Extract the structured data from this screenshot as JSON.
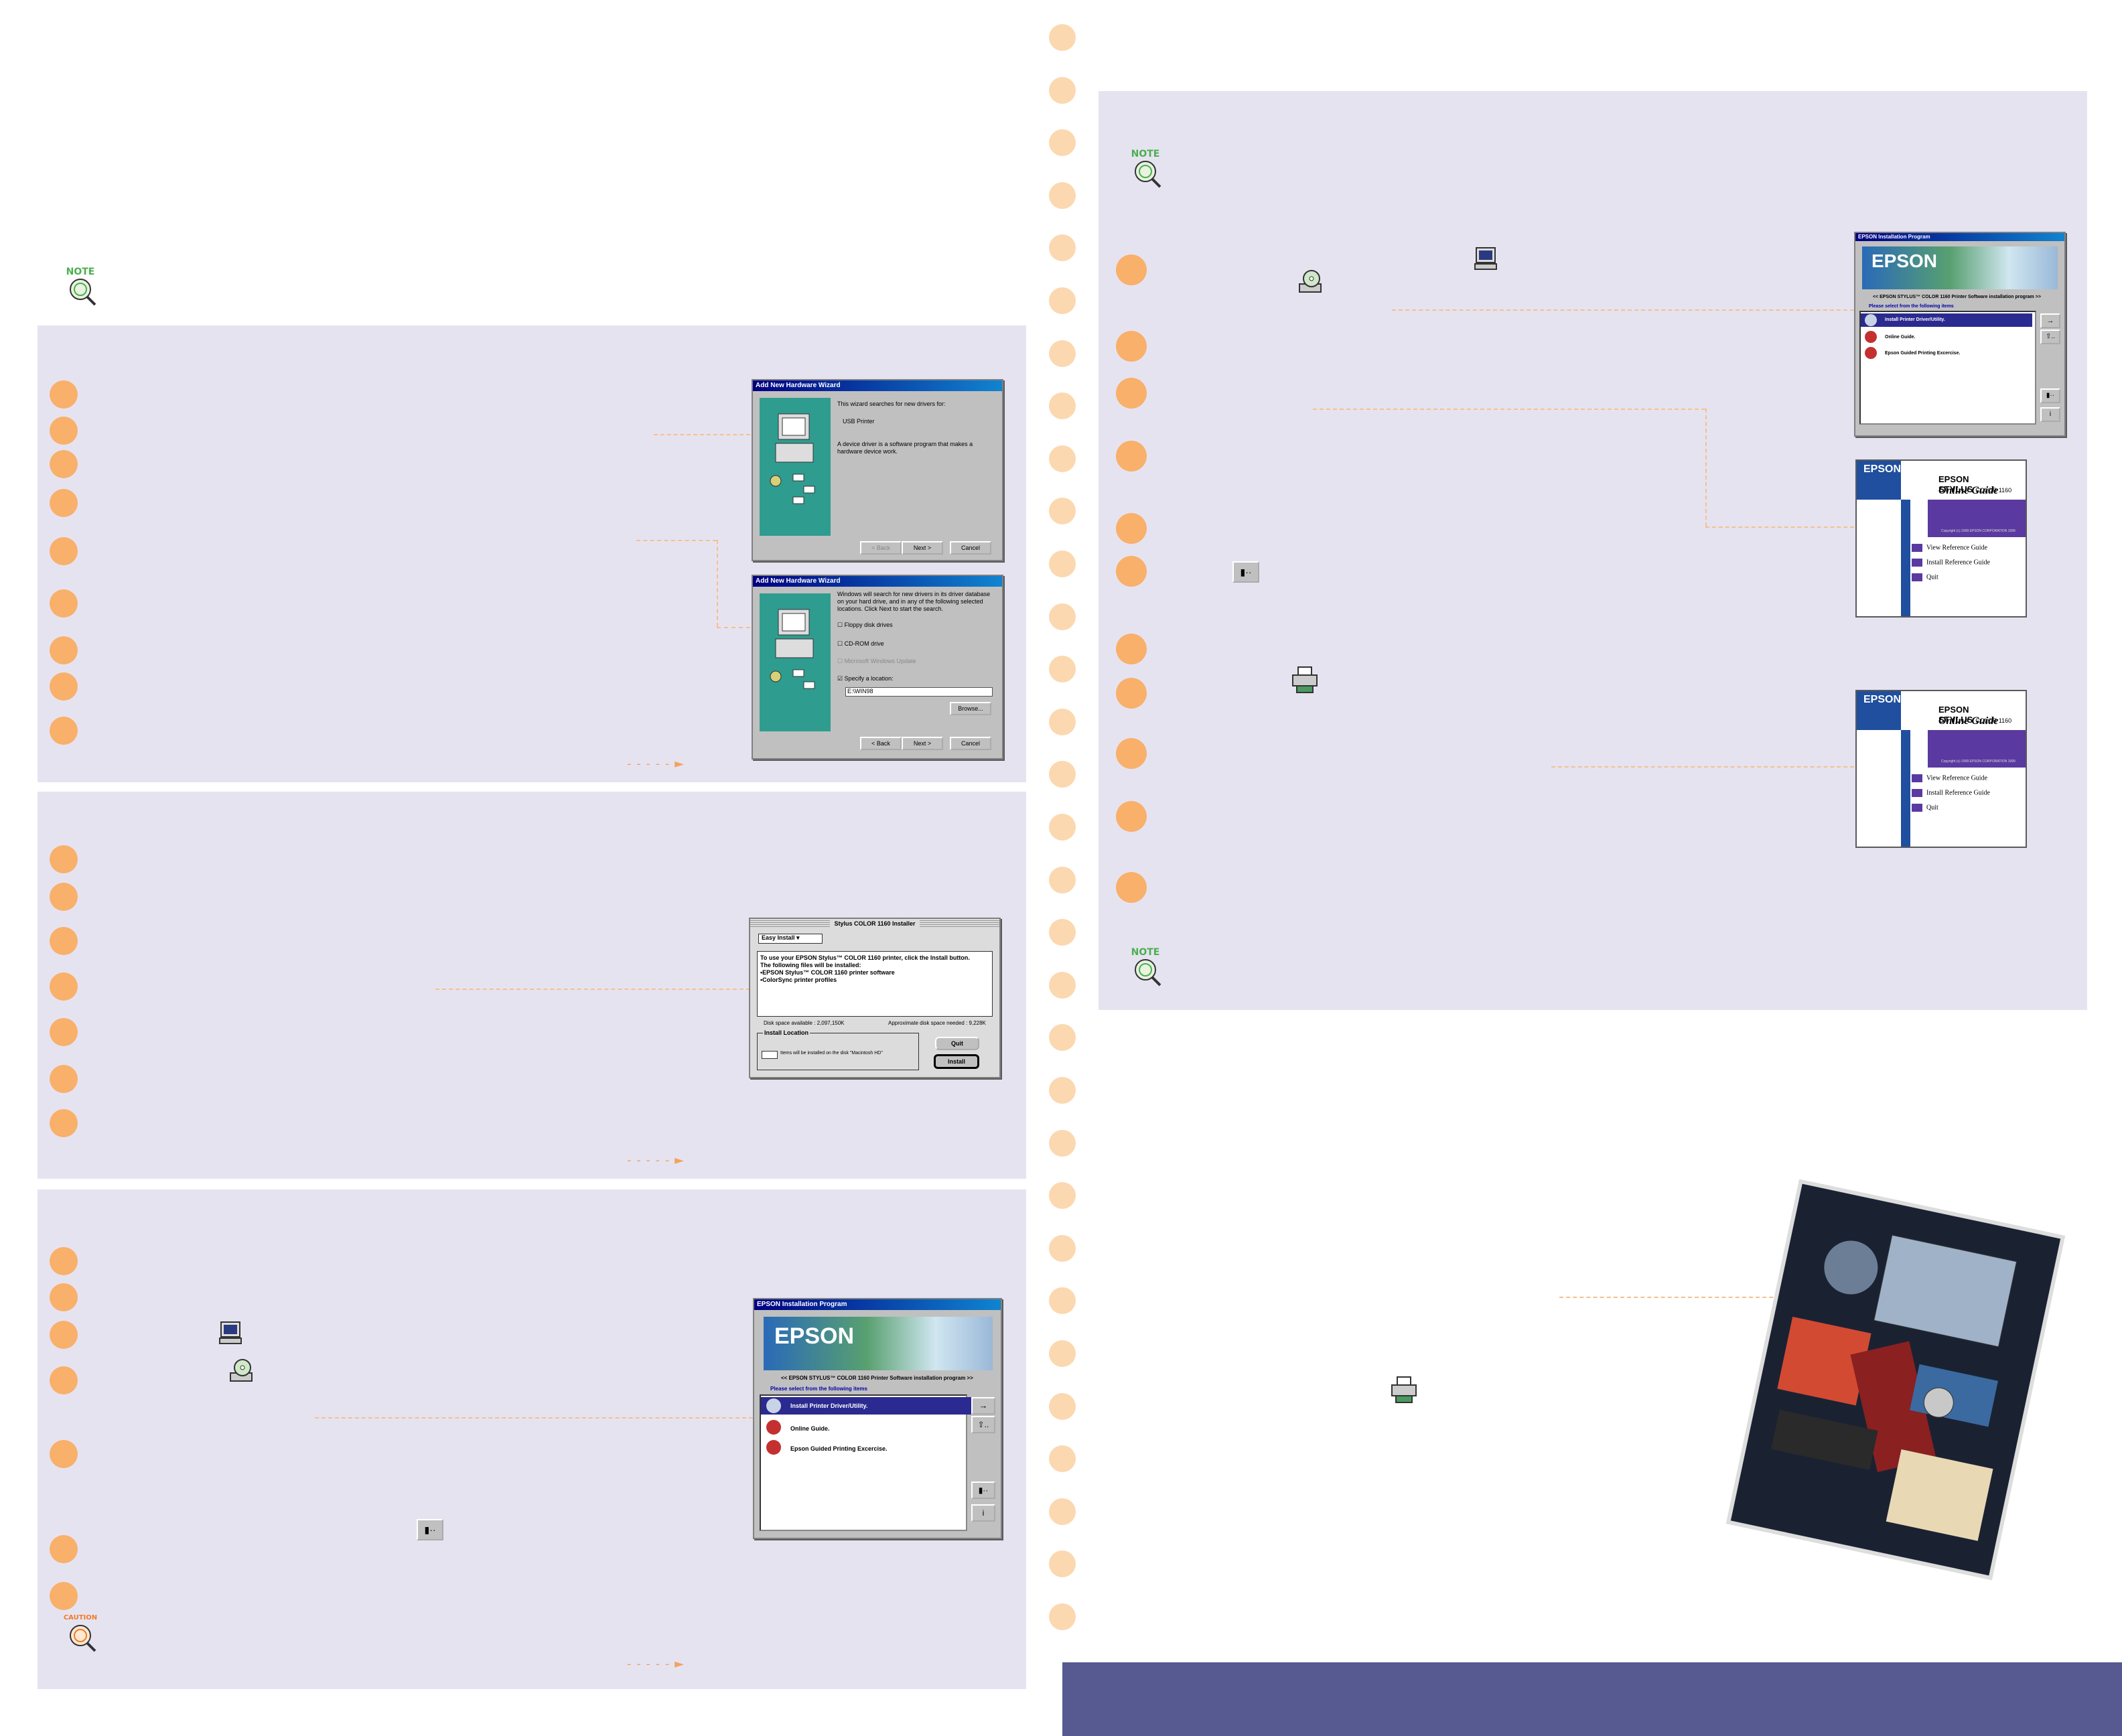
{
  "notes": {
    "note_label": "NOTE",
    "caution_label": "CAUTION"
  },
  "colors": {
    "panel": "#e6e3f1",
    "step": "#f8b06a",
    "accent_band": "#565a90"
  },
  "wizard1": {
    "title": "Add New Hardware Wizard",
    "line1": "This wizard searches for new drivers for:",
    "device": "USB Printer",
    "line2": "A device driver is a software program that makes a hardware device work.",
    "back": "< Back",
    "next": "Next >",
    "cancel": "Cancel"
  },
  "wizard2": {
    "title": "Add New Hardware Wizard",
    "line1": "Windows will search for new drivers in its driver database on your hard drive, and in any of the following selected locations. Click Next to start the search.",
    "opt1": "Floppy disk drives",
    "opt2": "CD-ROM drive",
    "opt3": "Microsoft Windows Update",
    "opt4": "Specify a location:",
    "location": "E:\\WIN98",
    "browse": "Browse...",
    "back": "< Back",
    "next": "Next >",
    "cancel": "Cancel"
  },
  "mac_installer": {
    "title": "Stylus COLOR 1160 Installer",
    "mode": "Easy Install",
    "text1": "To use your EPSON Stylus™ COLOR 1160 printer, click the Install button.",
    "text2": "The following files will be installed:",
    "text3": "•EPSON Stylus™ COLOR 1160 printer software",
    "text4": "•ColorSync printer profiles",
    "disk_space": "Disk space available : 2,097,150K",
    "approx": "Approximate disk space needed : 9,228K",
    "location_label": "Install Location",
    "location_text": "Items will be installed on the disk \"Macintosh HD\"",
    "quit": "Quit",
    "install": "Install"
  },
  "epson_installer": {
    "title": "EPSON Installation Program",
    "logo": "EPSON",
    "banner": "<< EPSON STYLUS™ COLOR 1160 Printer Software installation program >>",
    "prompt": "Please select from the following items",
    "items": [
      "Install Printer Driver/Utility.",
      "Online Guide.",
      "Epson Guided Printing Excercise."
    ]
  },
  "online_guide": {
    "logo": "EPSON",
    "product": "EPSON STYLUS",
    "product_sub": "COLOR 1160",
    "title": "Online Guide",
    "copyright": "Copyright (c) 1999 EPSON CORPORATION 1999",
    "items": [
      "View Reference Guide",
      "Install Reference Guide",
      "Quit"
    ]
  }
}
